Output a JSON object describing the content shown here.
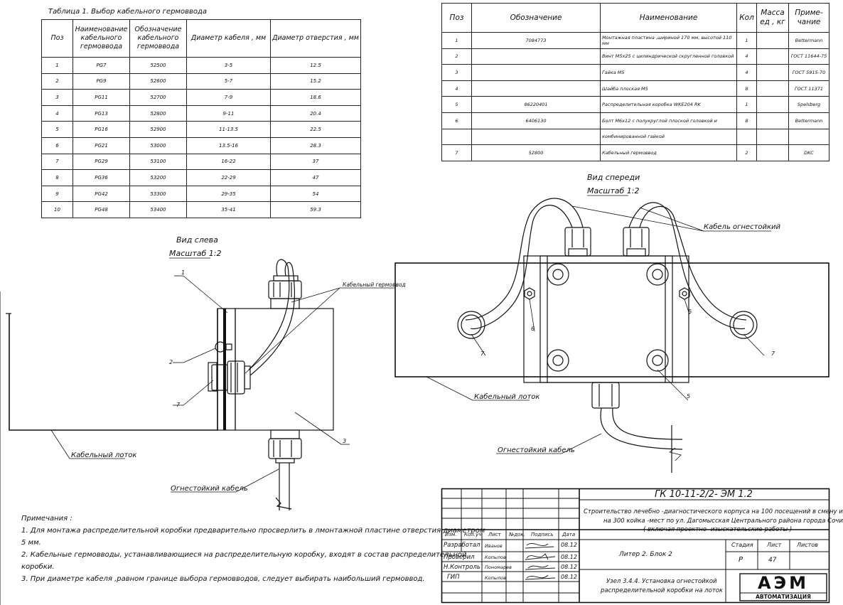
{
  "table1": {
    "caption": "Таблица 1. Выбор кабельного гермоввода",
    "headers": [
      "Поз",
      "Наименование кабельного гермоввода",
      "Обозначение кабельного гермоввода",
      "Диаметр кабеля , мм",
      "Диаметр отверстия , мм"
    ],
    "rows": [
      [
        "1",
        "PG7",
        "52500",
        "3-5",
        "12.5"
      ],
      [
        "2",
        "PG9",
        "52600",
        "5-7",
        "15.2"
      ],
      [
        "3",
        "PG11",
        "52700",
        "7-9",
        "18.6"
      ],
      [
        "4",
        "PG13",
        "52800",
        "9-11",
        "20.4"
      ],
      [
        "5",
        "PG16",
        "52900",
        "11-13.5",
        "22.5"
      ],
      [
        "6",
        "PG21",
        "53000",
        "13.5-16",
        "28.3"
      ],
      [
        "7",
        "PG29",
        "53100",
        "16-22",
        "37"
      ],
      [
        "8",
        "PG36",
        "53200",
        "22-29",
        "47"
      ],
      [
        "9",
        "PG42",
        "53300",
        "29-35",
        "54"
      ],
      [
        "10",
        "PG48",
        "53400",
        "35-41",
        "59.3"
      ]
    ]
  },
  "table2": {
    "headers": [
      "Поз",
      "Обозначение",
      "Наименование",
      "Кол",
      "Масса ед , кг",
      "Приме- чание"
    ],
    "rows": [
      [
        "1",
        "7084773",
        "Монтажная пластина ,шириной 170 мм, высотой 110 мм",
        "1",
        "",
        "Bettermann"
      ],
      [
        "2",
        "",
        "Винт М5х25 с цилиндрической скругленной головкой",
        "4",
        "",
        "ГОСТ 11644-75"
      ],
      [
        "3",
        "",
        "Гайка М5",
        "4",
        "",
        "ГОСТ 5915-70"
      ],
      [
        "4",
        "",
        "Шайба плоская М5",
        "8",
        "",
        "ГОСТ 11371"
      ],
      [
        "5",
        "86220401",
        "Распределительная коробка WKE204 RK",
        "1",
        "",
        "Spelsberg"
      ],
      [
        "6",
        "6406130",
        "Болт М6х12 с полукруглой плоской головкой и",
        "8",
        "",
        "Bettermann"
      ],
      [
        "",
        "",
        "комбинированной гайкой",
        "",
        "",
        ""
      ],
      [
        "7",
        "52800",
        "Кабельный гермоввод",
        "2",
        "",
        "DKC"
      ]
    ]
  },
  "views": {
    "left_title": "Вид слева",
    "left_scale": "Масштаб 1:2",
    "front_title": "Вид спереди",
    "front_scale": "Масштаб 1:2"
  },
  "labels": {
    "gland": "Кабельный гермоввод",
    "cable_tray_left": "Кабельный лоток",
    "fire_cable_left": "Огнестойкий кабель",
    "fire_cable_front": "Огнестойкий кабель",
    "cable_tray_front": "Кабельный лоток",
    "fire_cable_top": "Кабель огнестойкий",
    "pos_left": [
      "1",
      "2",
      "7",
      "3"
    ],
    "pos_front": [
      "7",
      "6",
      "6",
      "7",
      "5"
    ]
  },
  "notes": {
    "title": "Примечания :",
    "lines": [
      "1. Для монтажа распределительной коробки предварительно просверлить в лмонтажной пластине отверстия диаметром",
      "5 мм.",
      "2. Кабельные гермовводы, устанавливающиеся на распределительную коробку, входят в состав распределительной",
      "коробки.",
      "3. При диаметре кабеля ,равном границе выбора гермовводов, следует выбирать наибольший гермоввод."
    ]
  },
  "title_block": {
    "code": "ГК 10-11-2/2- ЭМ 1.2",
    "project": [
      "Строительство лечебно -диагностического корпуса на 100 посещений в смену и",
      "на 300 койка -мест по ул. Дагомысская Центрального района города Сочи",
      "( включая проектно -изыскательские работы )"
    ],
    "col_headers": [
      "Изм.",
      "Кол.уч",
      "Лист",
      "№док.",
      "Подпись",
      "Дата"
    ],
    "roles": [
      {
        "role": "Разработал",
        "name": "Иванов",
        "date": "08.12"
      },
      {
        "role": "Проверил",
        "name": "Копылов",
        "date": "08.12"
      },
      {
        "role": "Н.Контроль",
        "name": "Пономарев",
        "date": "08.12"
      },
      {
        "role": "ГИП",
        "name": "Копылов",
        "date": "08.12"
      }
    ],
    "sheet_title": "Литер 2. Блок 2",
    "drawing_name": [
      "Узел 3.4.4. Установка огнестойкой",
      "распределительной коробки на лоток"
    ],
    "stage_label": "Стадия",
    "sheet_label": "Лист",
    "sheets_label": "Листов",
    "stage": "Р",
    "sheet": "47",
    "sheets": "",
    "company": "АЭМ",
    "company_sub": "АВТОМАТИЗАЦИЯ"
  }
}
